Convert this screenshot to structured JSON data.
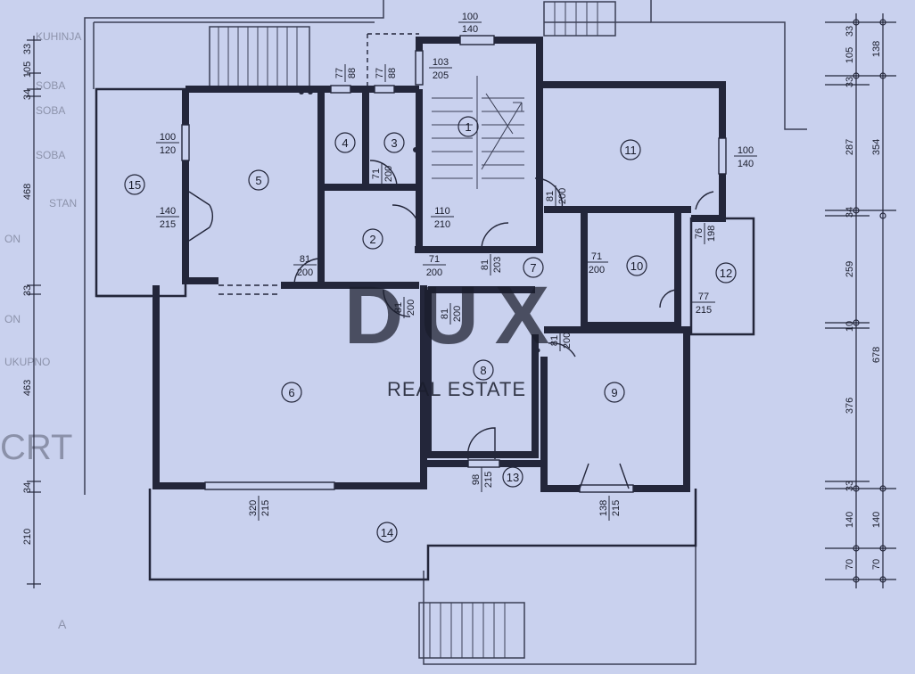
{
  "watermark": {
    "brand": "DUX",
    "tagline": "REAL ESTATE"
  },
  "rooms": [
    "1",
    "2",
    "3",
    "4",
    "5",
    "6",
    "7",
    "8",
    "9",
    "10",
    "11",
    "12",
    "13",
    "14",
    "15"
  ],
  "openings": {
    "o_100_140_top": [
      "100",
      "140"
    ],
    "o_103_205": [
      "103",
      "205"
    ],
    "o_77_88_a": [
      "77",
      "88"
    ],
    "o_77_88_b": [
      "77",
      "88"
    ],
    "o_100_120": [
      "100",
      "120"
    ],
    "o_140_215": [
      "140",
      "215"
    ],
    "o_71_200_a": [
      "71",
      "200"
    ],
    "o_110_210": [
      "110",
      "210"
    ],
    "o_81_200_a": [
      "81",
      "200"
    ],
    "o_71_200_b": [
      "71",
      "200"
    ],
    "o_81_203": [
      "81",
      "203"
    ],
    "o_81_200_b": [
      "81",
      "200"
    ],
    "o_81_200_c": [
      "81",
      "200"
    ],
    "o_81_200_d": [
      "81",
      "200"
    ],
    "o_71_200_c": [
      "71",
      "200"
    ],
    "o_81_200_e": [
      "81",
      "200"
    ],
    "o_76_198": [
      "76",
      "198"
    ],
    "o_100_140_right": [
      "100",
      "140"
    ],
    "o_77_215": [
      "77",
      "215"
    ],
    "o_81_200_f": [
      "81",
      "200"
    ],
    "o_320_215": [
      "320",
      "215"
    ],
    "o_98_215": [
      "98",
      "215"
    ],
    "o_138_215": [
      "138",
      "215"
    ]
  },
  "dims_left": [
    "33",
    "105",
    "34",
    "468",
    "33",
    "463",
    "34",
    "210"
  ],
  "dims_right_a": [
    "33",
    "105",
    "33",
    "287",
    "34",
    "259",
    "10",
    "376",
    "33",
    "140",
    "70"
  ],
  "dims_right_b": [
    "138",
    "354",
    "678",
    "140",
    "70"
  ],
  "bg_text": [
    "KUHINJA",
    "SOBA",
    "SOBA",
    "SOBA",
    "STAN",
    "ON",
    "ON",
    "UKUPNO",
    "CRT",
    "A"
  ]
}
